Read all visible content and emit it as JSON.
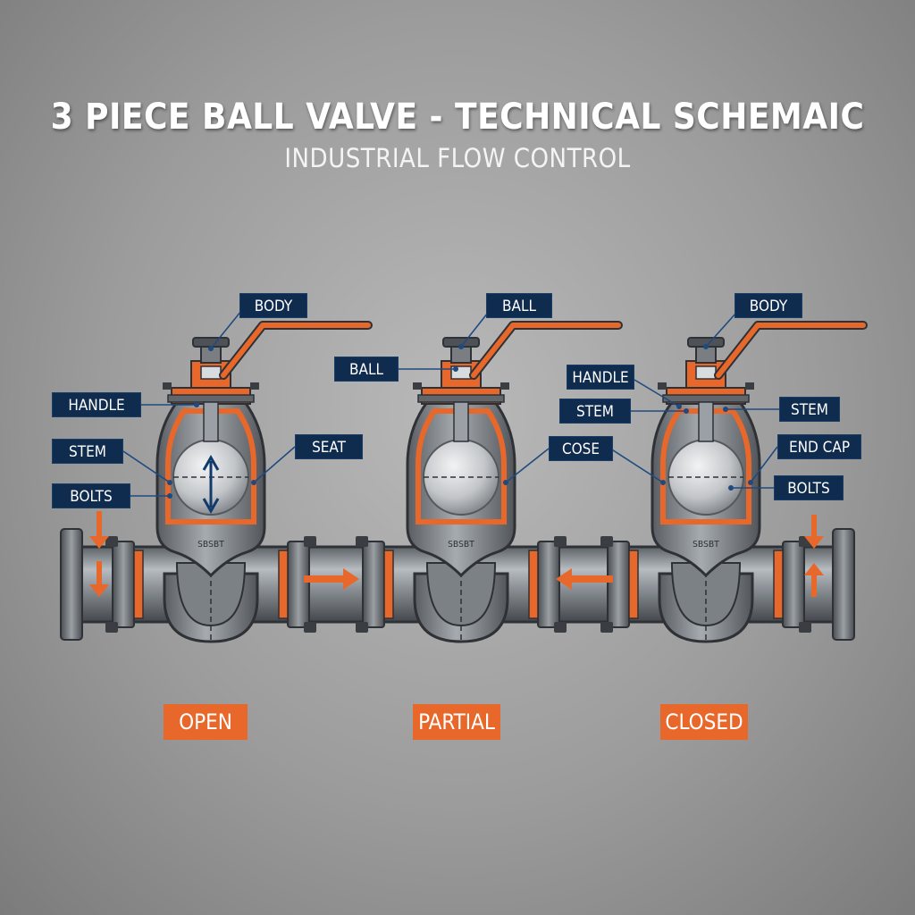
{
  "header": {
    "title": "3 PIECE BALL VALVE - TECHNICAL SCHEMAIC",
    "subtitle": "INDUSTRIAL FLOW CONTROL"
  },
  "valves": [
    {
      "state": "OPEN",
      "labels": [
        "BODY",
        "HANDLE",
        "STEM",
        "BOLTS",
        "SEAT"
      ],
      "casting_text": "SBSBT"
    },
    {
      "state": "PARTIAL",
      "labels": [
        "BALL",
        "BALL",
        "COSE"
      ],
      "casting_text": "SBSBT"
    },
    {
      "state": "CLOSED",
      "labels": [
        "BODY",
        "HANDLE",
        "STEM",
        "STEM",
        "END CAP",
        "BOLTS"
      ],
      "casting_text": "SBSBT"
    }
  ],
  "colors": {
    "accent": "#e8672a",
    "label_bg": "#0f2b4d",
    "leader": "#1f4a80",
    "metal": "#8f9398",
    "metal_dark": "#2e3135",
    "background": "#a8a8a8"
  },
  "icons": [
    "flow-arrow-icon",
    "rotation-arrow-icon"
  ]
}
